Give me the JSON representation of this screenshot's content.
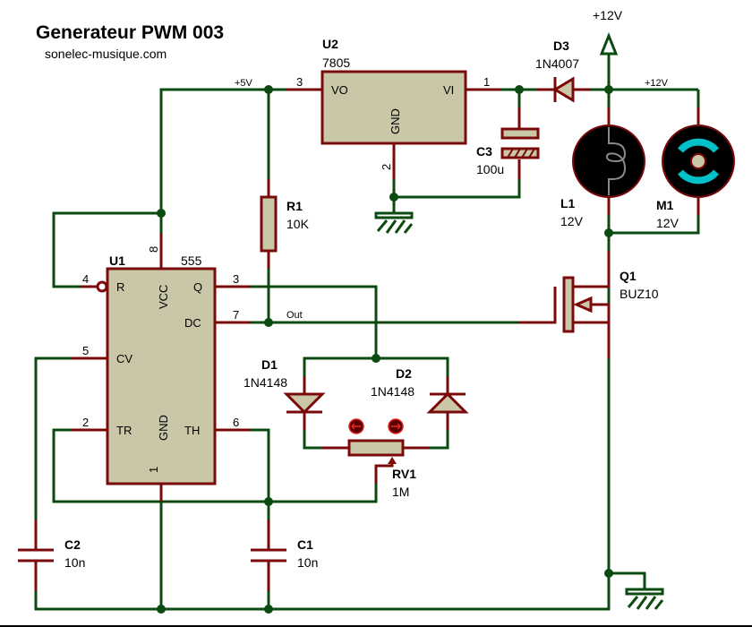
{
  "header": {
    "title": "Generateur PWM 003",
    "subtitle": "sonelec-musique.com"
  },
  "colors": {
    "wire": "#0b4a10",
    "component_outline": "#7a0a0a",
    "component_body": "#c9c7a8",
    "motor_accent": "#00c0c8",
    "background": "#ffffff"
  },
  "nets": {
    "plus5v": "+5V",
    "plus12v_supply": "+12V",
    "plus12v_rail": "+12V",
    "out": "Out"
  },
  "components": {
    "u1": {
      "ref": "U1",
      "value": "555",
      "pins": {
        "r": "R",
        "vcc": "VCC",
        "q": "Q",
        "dc": "DC",
        "cv": "CV",
        "tr": "TR",
        "gnd": "GND",
        "th": "TH"
      },
      "pin_numbers": {
        "r": "4",
        "vcc": "8",
        "q": "3",
        "dc": "7",
        "cv": "5",
        "tr": "2",
        "gnd": "1",
        "th": "6"
      }
    },
    "u2": {
      "ref": "U2",
      "value": "7805",
      "pins": {
        "vo": "VO",
        "vi": "VI",
        "gnd": "GND"
      },
      "pin_numbers": {
        "vo": "3",
        "vi": "1",
        "gnd": "2"
      }
    },
    "r1": {
      "ref": "R1",
      "value": "10K"
    },
    "c1": {
      "ref": "C1",
      "value": "10n"
    },
    "c2": {
      "ref": "C2",
      "value": "10n"
    },
    "c3": {
      "ref": "C3",
      "value": "100u"
    },
    "d1": {
      "ref": "D1",
      "value": "1N4148"
    },
    "d2": {
      "ref": "D2",
      "value": "1N4148"
    },
    "d3": {
      "ref": "D3",
      "value": "1N4007"
    },
    "rv1": {
      "ref": "RV1",
      "value": "1M"
    },
    "l1": {
      "ref": "L1",
      "value": "12V"
    },
    "m1": {
      "ref": "M1",
      "value": "12V"
    },
    "q1": {
      "ref": "Q1",
      "value": "BUZ10"
    }
  }
}
